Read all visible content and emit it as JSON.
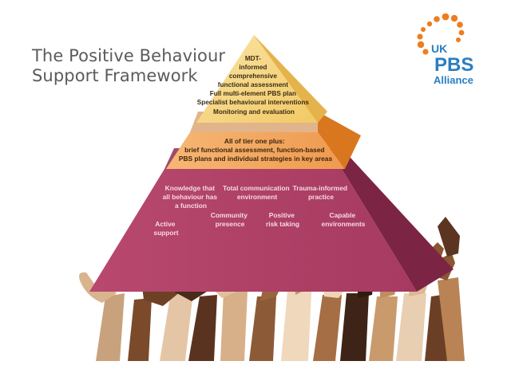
{
  "title_lines": [
    "The Positive Behaviour",
    "Support Framework"
  ],
  "logo": {
    "line1": "UK",
    "line2": "PBS",
    "line3": "Alliance",
    "dot_color": "#ee7d1f",
    "text_color": "#2a7ec0"
  },
  "tier3": {
    "lines": [
      "MDT-",
      "informed",
      "comprehensive",
      "functional assessment",
      "Full multi-element PBS plan",
      "Specialist behavioural interventions",
      "Monitoring and evaluation"
    ],
    "color": "#f6d58a"
  },
  "tier2": {
    "lines": [
      "All of tier one plus:",
      "brief functional assessment, function-based",
      "PBS plans and individual strategies in key areas"
    ],
    "color": "#f0a45d"
  },
  "tier1": {
    "color": "#a93d63",
    "items": [
      {
        "lines": [
          "Knowledge that",
          "all behaviour has",
          "a function"
        ]
      },
      {
        "lines": [
          "Total communication",
          "environment"
        ]
      },
      {
        "lines": [
          "Trauma-informed",
          "practice"
        ]
      },
      {
        "lines": [
          "Community",
          "presence"
        ]
      },
      {
        "lines": [
          "Positive",
          "risk taking"
        ]
      },
      {
        "lines": [
          "Active",
          "support"
        ]
      },
      {
        "lines": [
          "Capable",
          "environments"
        ]
      }
    ]
  },
  "hands": {
    "icon": "raised-hands-illustration"
  }
}
